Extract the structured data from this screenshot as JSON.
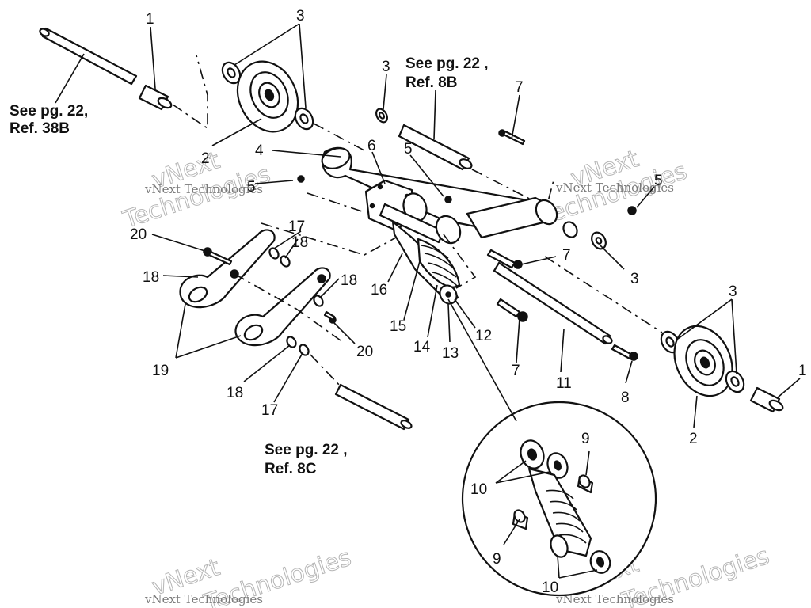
{
  "callouts": {
    "c1_top": "1",
    "c3_top": "3",
    "c2_top": "2",
    "c3_mid": "3",
    "c7_top": "7",
    "c4": "4",
    "c6": "6",
    "c5_a": "5",
    "c5_b": "5",
    "c5_c": "5",
    "c20_a": "20",
    "c17_a": "17",
    "c18_a": "18",
    "c18_b": "18",
    "c18_c": "18",
    "c16": "16",
    "c15": "15",
    "c14": "14",
    "c13": "13",
    "c12": "12",
    "c7_mid": "7",
    "c7_low": "7",
    "c3_right": "3",
    "c3_far": "3",
    "c1_right": "1",
    "c2_right": "2",
    "c11": "11",
    "c8": "8",
    "c19": "19",
    "c20_b": "20",
    "c18_d": "18",
    "c17_b": "17",
    "c9_a": "9",
    "c9_b": "9",
    "c10_a": "10",
    "c10_b": "10"
  },
  "references": {
    "ref_38b_line1": "See pg. 22,",
    "ref_38b_line2": "Ref. 38B",
    "ref_8b_line1": "See pg. 22 ,",
    "ref_8b_line2": "Ref. 8B",
    "ref_8c_line1": "See pg. 22 ,",
    "ref_8c_line2": "Ref. 8C"
  },
  "watermarks": {
    "text_small": "vNext Technologies",
    "text_big_a": "vNext",
    "text_big_b": "Technologies"
  }
}
